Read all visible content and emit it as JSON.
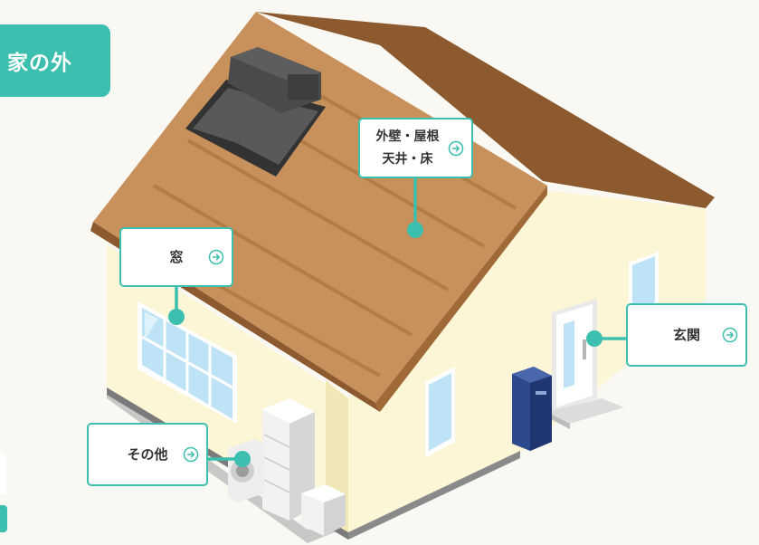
{
  "header": {
    "category_label": "家の外"
  },
  "callouts": {
    "roof": {
      "line1": "外壁・屋根",
      "line2": "天井・床"
    },
    "window": {
      "label": "窓"
    },
    "entrance": {
      "label": "玄関"
    },
    "other": {
      "label": "その他"
    }
  },
  "colors": {
    "accent": "#3cbfae",
    "roof": "#c8905a",
    "roof_dark": "#8c5a2e",
    "wall": "#fcf5d6",
    "wall_shade": "#f3eabd",
    "window_glass": "#bfe3f6",
    "mailbox": "#2e4a8f"
  }
}
